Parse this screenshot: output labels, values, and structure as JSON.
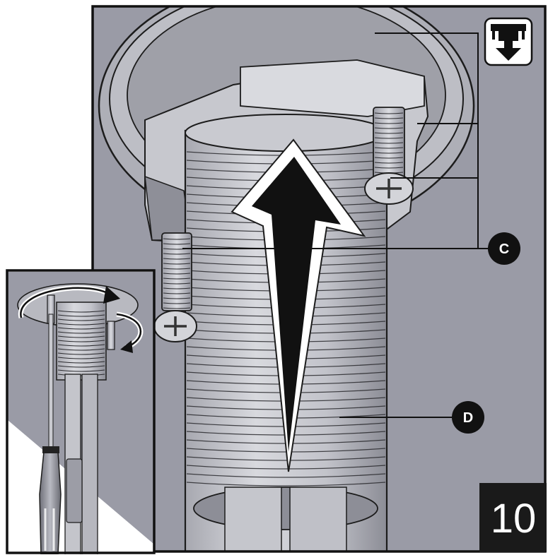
{
  "step": {
    "number": "10"
  },
  "callouts": {
    "c": "C",
    "d": "D"
  },
  "icon": {
    "name": "mount-from-below-icon"
  },
  "colors": {
    "panel_bg": "#9a9ba6",
    "metal_light": "#d2d3d8",
    "metal_mid": "#b7b8c0",
    "metal_dark": "#7e7f88",
    "outline": "#1c1c1c",
    "arrow_fill": "#111111",
    "step_badge_bg": "#1a1a1a"
  }
}
